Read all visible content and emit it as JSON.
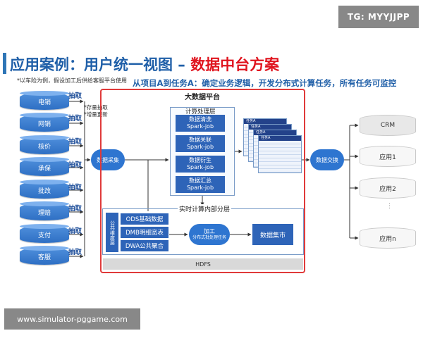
{
  "watermarks": {
    "top": "TG: MYYJJPP",
    "bottom": "www.simulator-pggame.com"
  },
  "title": {
    "main": "应用案例：用户统一视图 – ",
    "accent": "数据中台方案"
  },
  "note": "*以车险为例，假设加工后供给客服平台使用",
  "subtitle": "从项目A到任务A：确定业务逻辑，开发分布式计算任务，所有任务可监控",
  "sources": [
    "电销",
    "网销",
    "核价",
    "承保",
    "批改",
    "理赔",
    "支付",
    "客服"
  ],
  "extract_label": "抽取",
  "collect_label": "数据采集",
  "store_lines": [
    "*存量抽取",
    "*增量更新"
  ],
  "big_data_platform": "大数据平台",
  "compute_layer": {
    "title": "计算处理层",
    "jobs": [
      {
        "name": "数据清洗",
        "engine": "Spark-job"
      },
      {
        "name": "数据关联",
        "engine": "Spark-job"
      },
      {
        "name": "数据衍生",
        "engine": "Spark-job"
      },
      {
        "name": "数据汇总",
        "engine": "Spark-job"
      }
    ]
  },
  "task_cards": [
    "任务A",
    "任务A",
    "任务A",
    "任务A"
  ],
  "realtime": {
    "title": "实时计算内部分层",
    "public_dims": "公共维度层",
    "layers": [
      "ODS基础数据",
      "DMB明细宽表",
      "DWA公共聚合"
    ],
    "process": {
      "label": "加工",
      "sub": "分布式批处理任务"
    },
    "market": "数据集市"
  },
  "hdfs": "HDFS",
  "exchange_label": "数据交换",
  "targets": [
    "CRM",
    "应用1",
    "应用2",
    "应用n"
  ],
  "colors": {
    "brand": "#1f5fa8",
    "accent": "#e0141e",
    "frame": "#e03a3a",
    "node": "#2e64b8"
  }
}
